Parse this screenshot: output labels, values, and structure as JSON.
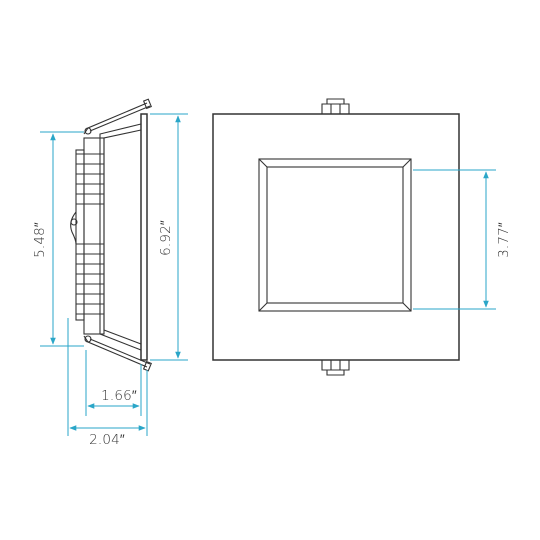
{
  "dimensions": {
    "side_height": "5.48″",
    "flange_height": "6.92″",
    "trim_opening": "3.77″",
    "body_depth": "1.66″",
    "total_depth": "2.04″"
  },
  "colors": {
    "dimension_lines": "#2aa6c8",
    "part_lines": "#333333",
    "background": "#ffffff"
  }
}
